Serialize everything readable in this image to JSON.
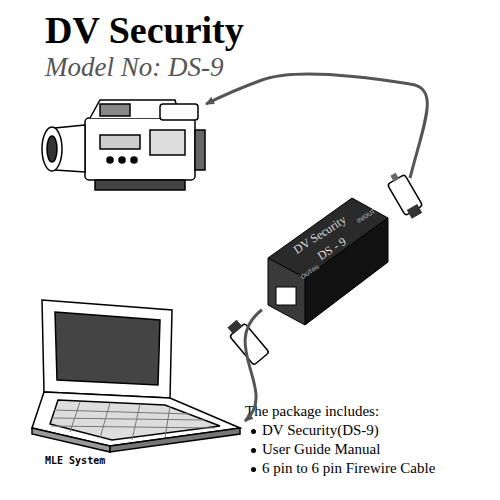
{
  "diagram": {
    "title": "DV Security",
    "nodes": [
      {
        "text": [
          "DV Security",
          "DS - 9",
          "IN/OUT",
          "OUT/IN"
        ]
      },
      {
        "text": [
          "MLE System"
        ]
      }
    ],
    "edges": [
      {
        "from": 0,
        "to": 1,
        "arrow": "to"
      }
    ],
    "labels": [
      "Model No: DS-9",
      "The package includes:",
      "DV Security(DS-9)",
      "User Guide Manual",
      "6 pin to 6 pin Firewire Cable"
    ]
  }
}
